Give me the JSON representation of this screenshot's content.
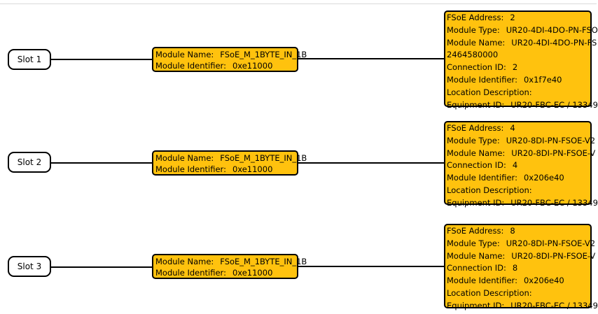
{
  "label_connector": "",
  "slots": [
    {
      "label": "Slot 1",
      "module": {
        "name_label": "Module Name:",
        "name": "FSoE_M_1BYTE_IN_1B",
        "id_label": "Module Identifier:",
        "id": "0xe11000"
      },
      "device": {
        "fsoe_address_label": "FSoE Address:",
        "fsoe_address": "2",
        "module_type_label": "Module Type:",
        "module_type": "UR20-4DI-4DO-PN-FSO",
        "module_name_label": "Module Name:",
        "module_name": "UR20-4DI-4DO-PN-FS",
        "extra_line": "2464580000",
        "connection_id_label": "Connection ID:",
        "connection_id": "2",
        "module_identifier_label": "Module Identifier:",
        "module_identifier": "0x1f7e40",
        "location_label": "Location Description:",
        "location": "",
        "equipment_id_label": "Equipment ID:",
        "equipment_id": "UR20-FBC-EC / 13349"
      }
    },
    {
      "label": "Slot 2",
      "module": {
        "name_label": "Module Name:",
        "name": "FSoE_M_1BYTE_IN_1B",
        "id_label": "Module Identifier:",
        "id": "0xe11000"
      },
      "device": {
        "fsoe_address_label": "FSoE Address:",
        "fsoe_address": "4",
        "module_type_label": "Module Type:",
        "module_type": "UR20-8DI-PN-FSOE-V2",
        "module_name_label": "Module Name:",
        "module_name": "UR20-8DI-PN-FSOE-V",
        "connection_id_label": "Connection ID:",
        "connection_id": "4",
        "module_identifier_label": "Module Identifier:",
        "module_identifier": "0x206e40",
        "location_label": "Location Description:",
        "location": "",
        "equipment_id_label": "Equipment ID:",
        "equipment_id": "UR20-FBC-EC / 13349"
      }
    },
    {
      "label": "Slot 3",
      "module": {
        "name_label": "Module Name:",
        "name": "FSoE_M_1BYTE_IN_1B",
        "id_label": "Module Identifier:",
        "id": "0xe11000"
      },
      "device": {
        "fsoe_address_label": "FSoE Address:",
        "fsoe_address": "8",
        "module_type_label": "Module Type:",
        "module_type": "UR20-8DI-PN-FSOE-V2",
        "module_name_label": "Module Name:",
        "module_name": "UR20-8DI-PN-FSOE-V",
        "connection_id_label": "Connection ID:",
        "connection_id": "8",
        "module_identifier_label": "Module Identifier:",
        "module_identifier": "0x206e40",
        "location_label": "Location Description:",
        "location": "",
        "equipment_id_label": "Equipment ID:",
        "equipment_id": "UR20-FBC-EC / 13349"
      }
    }
  ],
  "colors": {
    "node_fill": "#ffc20e",
    "stroke": "#000000",
    "slot_fill": "#ffffff"
  }
}
